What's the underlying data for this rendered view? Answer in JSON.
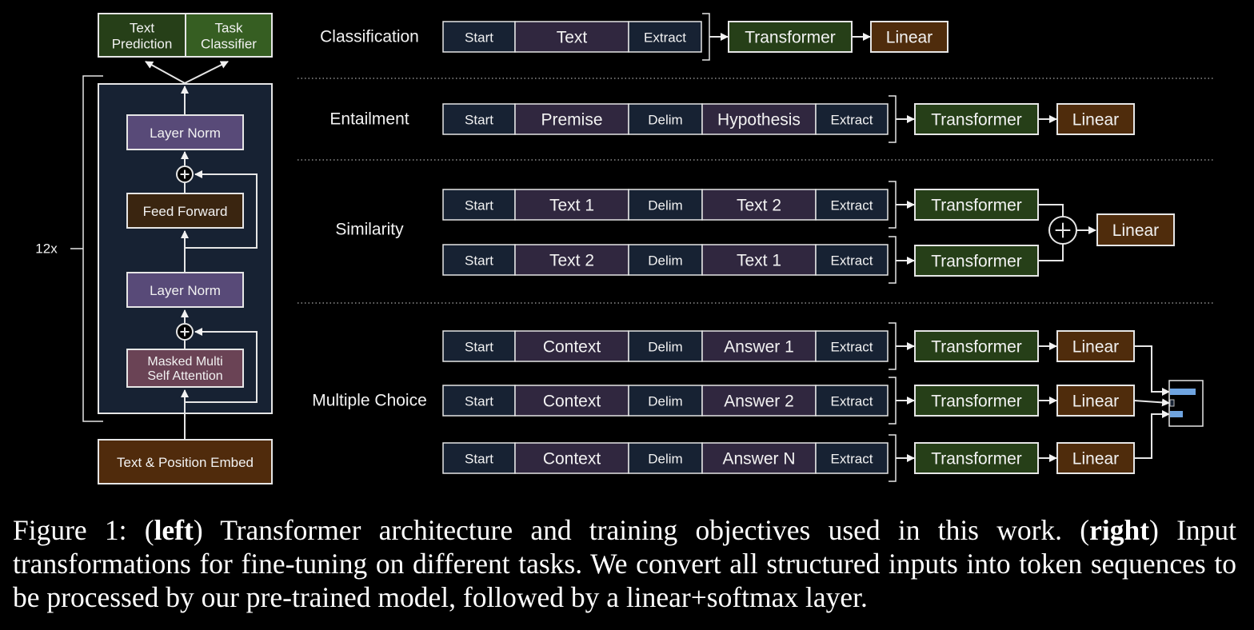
{
  "colors": {
    "background": "#000000",
    "block_bg": "#172233",
    "layer_norm": "#584a78",
    "feed_forward": "#3a2510",
    "attention": "#6a4355",
    "embed": "#502b0c",
    "text_prediction": "#263f18",
    "task_classifier": "#365e22",
    "start_token": "#172233",
    "content_token": "#30273f",
    "transformer": "#263f18",
    "linear": "#4f2c0c",
    "stroke": "#e6e6e6",
    "softmax_bar": "#6fa4e0"
  },
  "architecture": {
    "heads": [
      "Text\nPrediction",
      "Task\nClassifier"
    ],
    "repeat_label": "12x",
    "layers": {
      "layer_norm_top": "Layer Norm",
      "feed_forward": "Feed Forward",
      "layer_norm_bottom": "Layer Norm",
      "attention": "Masked Multi\nSelf Attention",
      "embed": "Text & Position Embed"
    }
  },
  "tasks": [
    {
      "name": "Classification",
      "sequences": [
        [
          "Start",
          "Text",
          "Extract"
        ]
      ],
      "transformer_label": "Transformer",
      "linear_label": "Linear"
    },
    {
      "name": "Entailment",
      "sequences": [
        [
          "Start",
          "Premise",
          "Delim",
          "Hypothesis",
          "Extract"
        ]
      ],
      "transformer_label": "Transformer",
      "linear_label": "Linear"
    },
    {
      "name": "Similarity",
      "sequences": [
        [
          "Start",
          "Text 1",
          "Delim",
          "Text 2",
          "Extract"
        ],
        [
          "Start",
          "Text 2",
          "Delim",
          "Text 1",
          "Extract"
        ]
      ],
      "transformer_label": "Transformer",
      "linear_label": "Linear"
    },
    {
      "name": "Multiple Choice",
      "sequences": [
        [
          "Start",
          "Context",
          "Delim",
          "Answer 1",
          "Extract"
        ],
        [
          "Start",
          "Context",
          "Delim",
          "Answer 2",
          "Extract"
        ],
        [
          "Start",
          "Context",
          "Delim",
          "Answer N",
          "Extract"
        ]
      ],
      "transformer_label": "Transformer",
      "linear_label": "Linear"
    }
  ],
  "softmax_scores": [
    1.0,
    0.12,
    0.5
  ],
  "caption": {
    "prefix": "Figure 1: (",
    "left_bold": "left",
    "part2": ") Transformer architecture and training objectives used in this work. (",
    "right_bold": "right",
    "part3": ") Input transformations for fine-tuning on different tasks.  We convert all structured inputs into token sequences to be processed by our pre-trained model, followed by a linear+softmax layer."
  }
}
